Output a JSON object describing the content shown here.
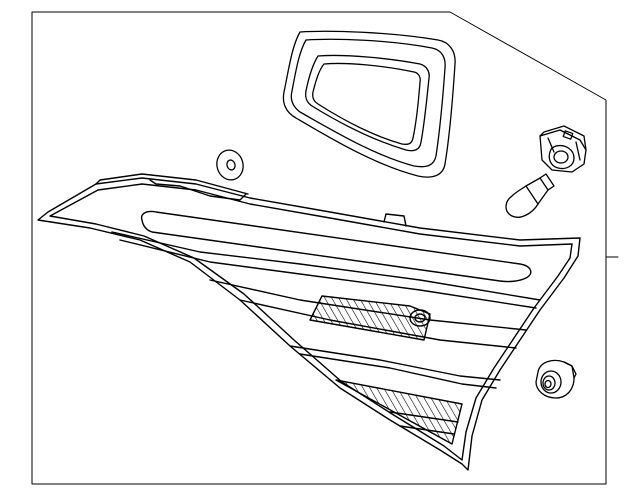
{
  "diagram": {
    "parts": [
      {
        "id": "tail-lamp-assembly",
        "label": ""
      },
      {
        "id": "gasket",
        "label": ""
      },
      {
        "id": "grommet",
        "label": ""
      },
      {
        "id": "bulb-socket",
        "label": ""
      },
      {
        "id": "bulb",
        "label": ""
      },
      {
        "id": "socket-plug",
        "label": ""
      }
    ]
  },
  "colors": {
    "line": "#000000",
    "background": "#ffffff"
  }
}
